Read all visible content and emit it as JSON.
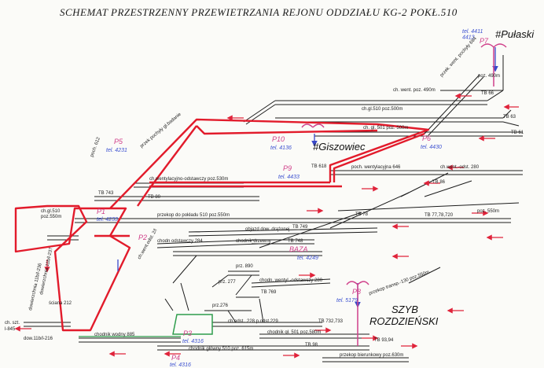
{
  "title": "SCHEMAT PRZESTRZENNY PRZEWIETRZANIA REJONU ODDZIAŁU KG-2 POKŁ.510",
  "shafts": {
    "pulaski": "#Pułaski",
    "giszowiec": "#Giszowiec",
    "rozdzienski_1": "SZYB",
    "rozdzienski_2": "ROZDZIEŃSKI"
  },
  "points": {
    "p7": "P7",
    "p7_tel": "tel. 4411\n4413",
    "p10": "P10",
    "p10_tel": "tel. 4136",
    "p9": "P9",
    "p9_tel": "tel. 4433",
    "p6": "P6",
    "p6_tel": "tel. 4430",
    "p5": "P5",
    "p5_tel": "tel. 4231",
    "p1": "P1",
    "p1_tel": "tel. 4233",
    "p2": "P2",
    "p3": "P3",
    "p3_tel": "tel. 4316",
    "p4": "P4",
    "p4_tel": "tel. 4316",
    "p8": "P8",
    "p8_tel": "tel. 5179",
    "baza": "BAZA",
    "baza_tel": "tel. 4249"
  },
  "labels": {
    "przek_wentyl": "przek. went. pochyły 684",
    "poz490": "poz. 490m",
    "ch_went_490": "ch. went. poz. 490m",
    "tb66": "TB 66",
    "ch_gl_510_500": "ch.gl.510 poz.500m",
    "tb63": "TB 63",
    "ch_gl_501": "ch. gl. 501 poz. 500m",
    "tb61": "TB 61",
    "przek_pochyly": "przek pochyły gł.badanie",
    "poch_wentyl_646": "poch. wentylacyjna 646",
    "tb618": "TB 618",
    "ch_went_odst_280": "ch.went.-odst. 280",
    "ch_wentyl_odst_530": "ch.wentylacyjno-odstawczy poz.530m",
    "tb743": "TB 743",
    "tb80": "TB 80",
    "tb86": "TB 86",
    "ch_gl_510": "ch.gl.510",
    "poz550": "poz.550m",
    "przekop_510_550": "przekop do pokładu 510 poz.550m",
    "tb78": "TB 78",
    "tb_77": "TB 77,78,720",
    "poz550b": "poz. 550m",
    "objazd": "objazd dow. drążonej",
    "tb749": "TB 749",
    "chodnik_drzewny": "chodnik drzewny",
    "tb748": "TB 748",
    "chodn_odstawczy_284": "chodn odstawczy 284",
    "prz890": "prz. 890",
    "prz277": "prz. 277",
    "prz276": "prz.276",
    "chodn_wentyl_280": "chodn. wentyl.-odstawczy 280",
    "tb769": "TB 769",
    "ch_odst": "ch.odst.",
    "p228": "228 p.odst.229",
    "chodnik_gl_501": "chodnik gł. 501 poz.580m",
    "tb_732": "TB 732,733",
    "przekop_transp": "przekop transp.-130 poz.550m",
    "chodnik_wodny": "chodnik wodny 885",
    "chodnik_glowny": "chodnik główny 510 poz. 615m",
    "tb98": "TB 98",
    "tb_93": "TB 93,94",
    "przekop_bierunkowy": "przekop bierunkowy poz.630m",
    "dow_11b": "dow.11b/l-216",
    "ch_szt": "ch. szt.",
    "n845": "l-845",
    "sciana_212": "ściana 212",
    "dow_11b_236": "dowierzchnia 11b/l-236",
    "dow_11b_2": "dowierzchnia 11b/l-237",
    "ch_went_odst": "ch.went.odst. 2/l",
    "poch_sk": "poch. 612"
  },
  "colors": {
    "route": "#e21b2b",
    "airflow": "#e0233a",
    "intake": "#3949c9",
    "water": "#2e9d4c",
    "line": "#1d1d1d"
  }
}
